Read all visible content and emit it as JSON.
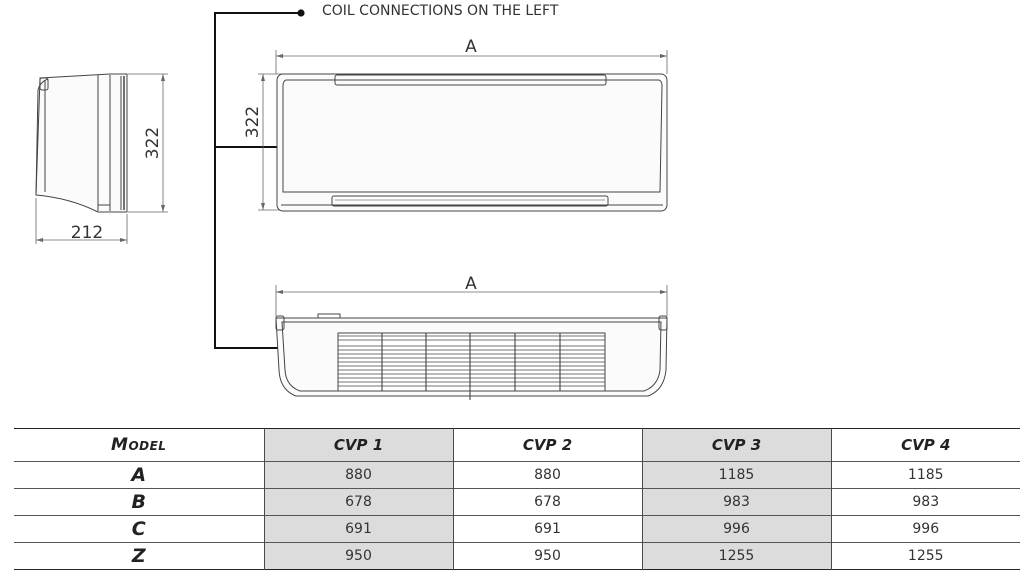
{
  "callout": {
    "label": "COIL CONNECTIONS ON THE LEFT"
  },
  "side_view": {
    "height_label": "322",
    "depth_label": "212"
  },
  "front_view": {
    "width_label": "A",
    "height_label": "322"
  },
  "bottom_view": {
    "width_label": "A"
  },
  "table": {
    "header": [
      "Model",
      "CVP 1",
      "CVP 2",
      "CVP 3",
      "CVP 4"
    ],
    "rows": [
      {
        "label": "A",
        "values": [
          "880",
          "880",
          "1185",
          "1185"
        ]
      },
      {
        "label": "B",
        "values": [
          "678",
          "678",
          "983",
          "983"
        ]
      },
      {
        "label": "C",
        "values": [
          "691",
          "691",
          "996",
          "996"
        ]
      },
      {
        "label": "Z",
        "values": [
          "950",
          "950",
          "1255",
          "1255"
        ]
      }
    ]
  },
  "colors": {
    "line": "#333333",
    "shade": "#dcdcdc"
  }
}
